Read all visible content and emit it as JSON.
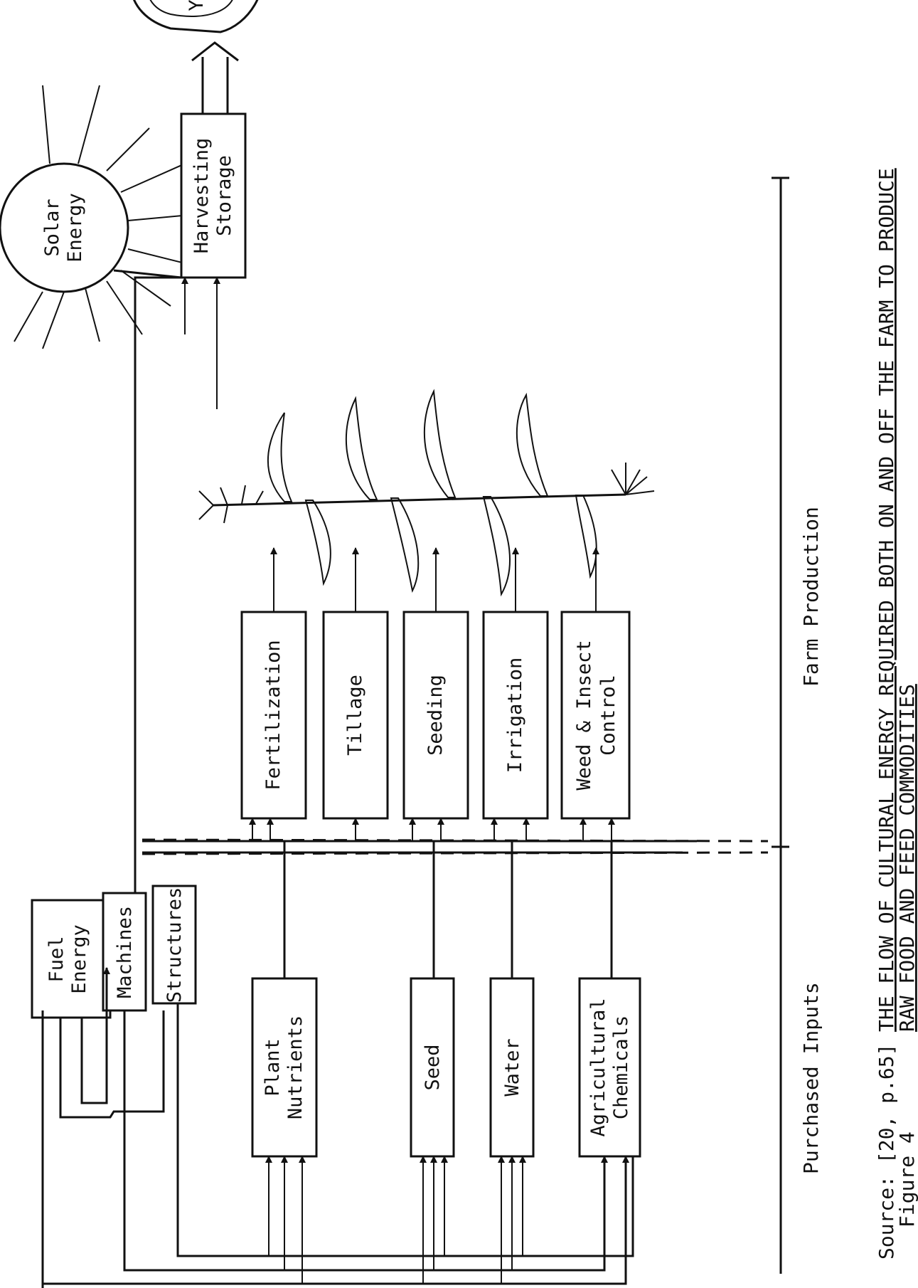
{
  "sections": {
    "purchased_inputs": "Purchased Inputs",
    "farm_production": "Farm Production"
  },
  "inputs": {
    "fuel_energy": [
      "Fuel",
      "Energy"
    ],
    "machines": "Machines",
    "structures": "Structures",
    "plant_nutrients": [
      "Plant",
      "Nutrients"
    ],
    "seed": "Seed",
    "water": "Water",
    "agricultural_chemicals": [
      "Agricultural",
      "Chemicals"
    ]
  },
  "operations": {
    "fertilization": "Fertilization",
    "tillage": "Tillage",
    "seeding": "Seeding",
    "irrigation": "Irrigation",
    "weed_insect_control": [
      "Weed & Insect",
      "Control"
    ]
  },
  "outputs": {
    "solar_energy": [
      "Solar",
      "Energy"
    ],
    "harvesting_storage": [
      "Harvesting",
      "Storage"
    ],
    "yield": "Yield"
  },
  "caption": {
    "source": "Source: [20, p.65]",
    "figure": "Figure 4",
    "title_line1": "THE FLOW OF CULTURAL ENERGY REQUIRED BOTH ON AND OFF THE FARM TO PRODUCE",
    "title_line2": "RAW FOOD AND FEED COMMODITIES"
  }
}
